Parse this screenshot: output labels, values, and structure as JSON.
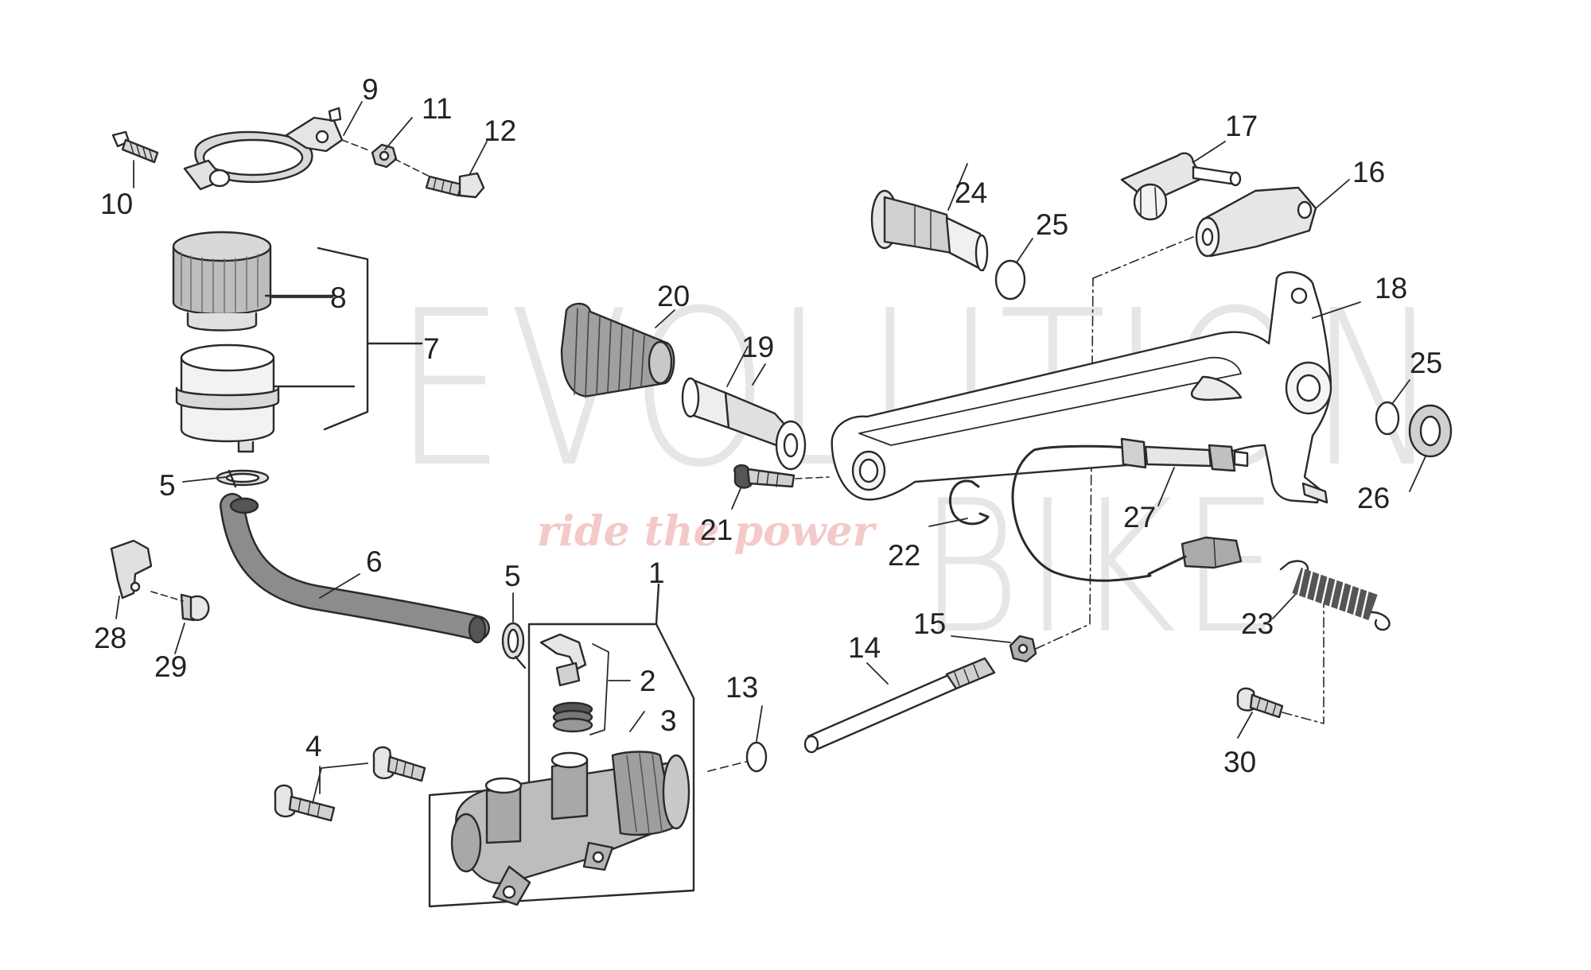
{
  "watermark": {
    "line1": "EVOLUTION",
    "line2": "BIKE",
    "tagline": "ride the power"
  },
  "callouts": {
    "c1": "1",
    "c2": "2",
    "c3": "3",
    "c4": "4",
    "c5a": "5",
    "c5b": "5",
    "c6": "6",
    "c7": "7",
    "c8": "8",
    "c9": "9",
    "c10": "10",
    "c11": "11",
    "c12": "12",
    "c13": "13",
    "c14": "14",
    "c15": "15",
    "c16": "16",
    "c17": "17",
    "c18": "18",
    "c19": "19",
    "c20": "20",
    "c21": "21",
    "c22": "22",
    "c23": "23",
    "c24": "24",
    "c25a": "25",
    "c25b": "25",
    "c26": "26",
    "c27": "27",
    "c28": "28",
    "c29": "29",
    "c30": "30"
  },
  "colors": {
    "line": "#2a2a2a",
    "part_fill": "#ffffff",
    "part_shade": "#bdbdbd",
    "part_dark": "#8a8a8a",
    "watermark_gray": "#e6e6e6",
    "watermark_red": "#f3c9c9"
  }
}
